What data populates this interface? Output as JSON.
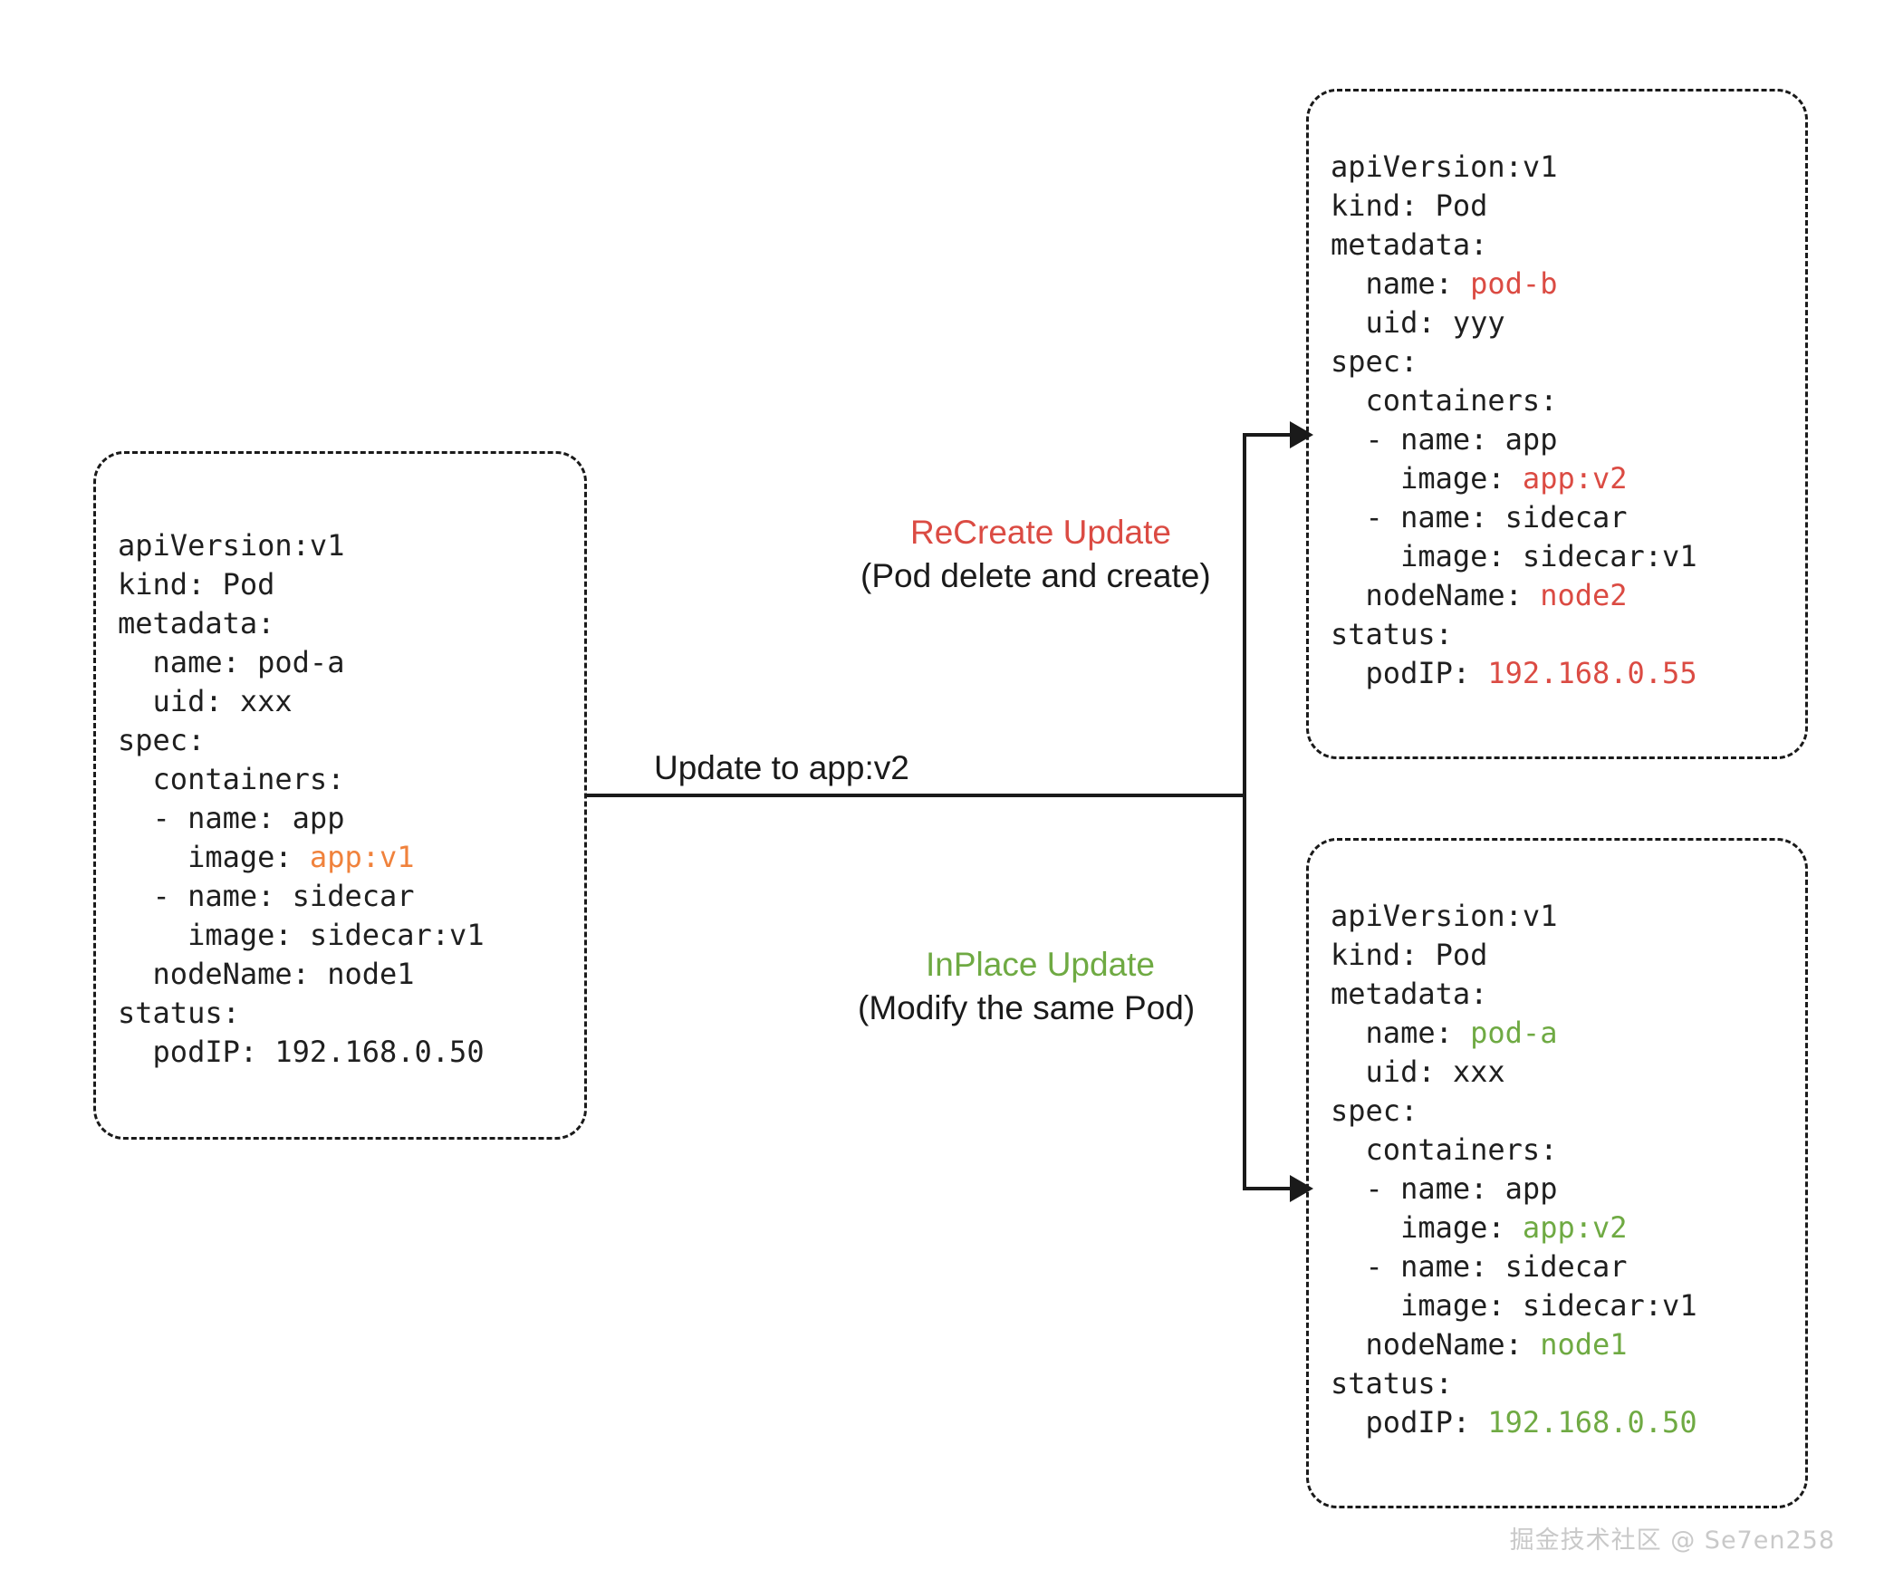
{
  "diagram": {
    "title": "Kubernetes Pod update strategies: ReCreate vs InPlace",
    "colors": {
      "orange": "#F0823C",
      "red": "#DB4B43",
      "green": "#6FAA43",
      "line": "#1a1a1a",
      "background": "#ffffff",
      "watermark": "#c9c9c9"
    }
  },
  "boxes": {
    "original": {
      "name": "original-pod-manifest",
      "lines": [
        {
          "text": "apiVersion:v1",
          "highlight": null
        },
        {
          "text": "kind: Pod",
          "highlight": null
        },
        {
          "text": "metadata:",
          "highlight": null
        },
        {
          "prefix": "  name: ",
          "value": "pod-a",
          "highlight": null
        },
        {
          "prefix": "  uid: ",
          "value": "xxx",
          "highlight": null
        },
        {
          "text": "spec:",
          "highlight": null
        },
        {
          "text": "  containers:",
          "highlight": null
        },
        {
          "text": "  - name: app",
          "highlight": null
        },
        {
          "prefix": "    image: ",
          "value": "app:v1",
          "highlight": "orange"
        },
        {
          "text": "  - name: sidecar",
          "highlight": null
        },
        {
          "prefix": "    image: ",
          "value": "sidecar:v1",
          "highlight": null
        },
        {
          "prefix": "  nodeName: ",
          "value": "node1",
          "highlight": null
        },
        {
          "text": "status:",
          "highlight": null
        },
        {
          "prefix": "  podIP: ",
          "value": "192.168.0.50",
          "highlight": null
        }
      ]
    },
    "recreate": {
      "name": "recreated-pod-manifest",
      "lines": [
        {
          "text": "apiVersion:v1",
          "highlight": null
        },
        {
          "text": "kind: Pod",
          "highlight": null
        },
        {
          "text": "metadata:",
          "highlight": null
        },
        {
          "prefix": "  name: ",
          "value": "pod-b",
          "highlight": "red"
        },
        {
          "prefix": "  uid: ",
          "value": "yyy",
          "highlight": null
        },
        {
          "text": "spec:",
          "highlight": null
        },
        {
          "text": "  containers:",
          "highlight": null
        },
        {
          "text": "  - name: app",
          "highlight": null
        },
        {
          "prefix": "    image: ",
          "value": "app:v2",
          "highlight": "red"
        },
        {
          "text": "  - name: sidecar",
          "highlight": null
        },
        {
          "prefix": "    image: ",
          "value": "sidecar:v1",
          "highlight": null
        },
        {
          "prefix": "  nodeName: ",
          "value": "node2",
          "highlight": "red"
        },
        {
          "text": "status:",
          "highlight": null
        },
        {
          "prefix": "  podIP: ",
          "value": "192.168.0.55",
          "highlight": "red"
        }
      ]
    },
    "inplace": {
      "name": "inplace-updated-pod-manifest",
      "lines": [
        {
          "text": "apiVersion:v1",
          "highlight": null
        },
        {
          "text": "kind: Pod",
          "highlight": null
        },
        {
          "text": "metadata:",
          "highlight": null
        },
        {
          "prefix": "  name: ",
          "value": "pod-a",
          "highlight": "green"
        },
        {
          "prefix": "  uid: ",
          "value": "xxx",
          "highlight": null
        },
        {
          "text": "spec:",
          "highlight": null
        },
        {
          "text": "  containers:",
          "highlight": null
        },
        {
          "text": "  - name: app",
          "highlight": null
        },
        {
          "prefix": "    image: ",
          "value": "app:v2",
          "highlight": "green"
        },
        {
          "text": "  - name: sidecar",
          "highlight": null
        },
        {
          "prefix": "    image: ",
          "value": "sidecar:v1",
          "highlight": null
        },
        {
          "prefix": "  nodeName: ",
          "value": "node1",
          "highlight": "green"
        },
        {
          "text": "status:",
          "highlight": null
        },
        {
          "prefix": "  podIP: ",
          "value": "192.168.0.50",
          "highlight": "green"
        }
      ]
    }
  },
  "labels": {
    "stem": "Update to app:v2",
    "recreate_title": "ReCreate Update",
    "recreate_subtitle": "(Pod delete and create)",
    "inplace_title": "InPlace Update",
    "inplace_subtitle": "(Modify the same Pod)"
  },
  "watermark": "掘金技术社区 @ Se7en258"
}
